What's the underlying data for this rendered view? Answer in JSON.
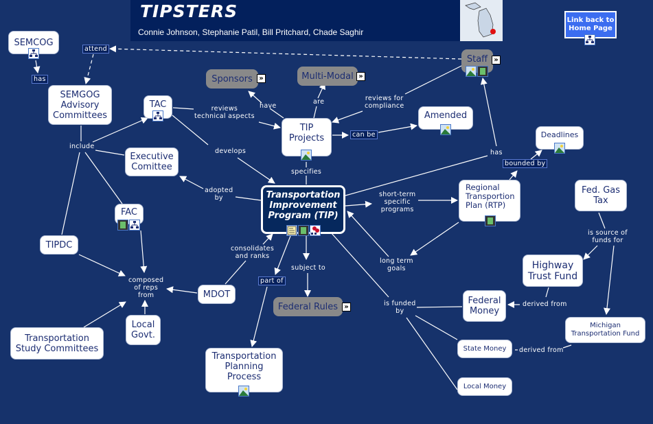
{
  "header": {
    "title": "TIPSTERS",
    "authors": "Connie Johnson, Stephanie Patil, Bill Pritchard, Chade Saghir",
    "map_icon": "michigan-map-icon"
  },
  "home_link": {
    "label_line1": "Link back to",
    "label_line2": "Home Page"
  },
  "colors": {
    "background": "#16326b",
    "header": "#03205c",
    "node": "#ffffff",
    "node_text": "#1c2d72",
    "gray_node": "#898989",
    "main_node": "#06285d",
    "home_link": "#3b6df0"
  },
  "nodes": {
    "semcog": "SEMCOG",
    "semgog_advisory": [
      "SEMGOG",
      "Advisory",
      "Committees"
    ],
    "tac": "TAC",
    "sponsors": "Sponsors",
    "multimodal": "Multi-Modal",
    "staff": "Staff",
    "tip_projects": [
      "TIP",
      "Projects"
    ],
    "amended": "Amended",
    "deadlines": "Deadlines",
    "executive": [
      "Executive",
      "Comittee"
    ],
    "tip_main": [
      "Transportation",
      "Improvement",
      "Program (TIP)"
    ],
    "rtp": [
      "Regional",
      "Transportion",
      "Plan (RTP)"
    ],
    "fed_gas_tax": [
      "Fed. Gas",
      "Tax"
    ],
    "fac": "FAC",
    "tipdc": "TIPDC",
    "highway_trust": [
      "Highway",
      "Trust Fund"
    ],
    "mdot": "MDOT",
    "federal_rules": "Federal Rules",
    "federal_money": [
      "Federal",
      "Money"
    ],
    "local_govt": [
      "Local",
      "Govt."
    ],
    "trans_study": [
      "Transportation",
      "Study Committees"
    ],
    "michigan_fund": [
      "Michigan",
      "Transportation Fund"
    ],
    "state_money": "State Money",
    "trans_planning": [
      "Transportation",
      "Planning",
      "Process"
    ],
    "local_money": "Local Money"
  },
  "links": {
    "attend": "attend",
    "has1": "has",
    "include": "include",
    "reviews_tech": [
      "reviews",
      "technical aspects"
    ],
    "have": "have",
    "are": "are",
    "reviews_compliance": [
      "reviews for",
      "compliance"
    ],
    "can_be": "can be",
    "develops": "develops",
    "specifies": "specifies",
    "has2": "has",
    "bounded_by": "bounded by",
    "adopted_by": [
      "adopted",
      "by"
    ],
    "short_term": [
      "short-term",
      "specific",
      "programs"
    ],
    "is_source": [
      "is source of",
      "funds for"
    ],
    "consolidates": [
      "consolidates",
      "and ranks"
    ],
    "long_term": [
      "long term",
      "goals"
    ],
    "composed": [
      "composed",
      "of reps",
      "from"
    ],
    "part_of": "part of",
    "subject_to": "subject to",
    "derived_from1": "derived from",
    "is_funded": [
      "is funded",
      "by"
    ],
    "derived_from2": "derived from"
  },
  "more_glyph": "»"
}
